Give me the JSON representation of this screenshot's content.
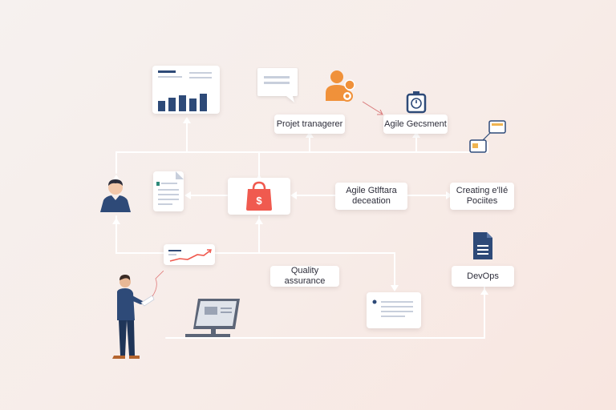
{
  "labels": {
    "project_manager": "Projet tranagerer",
    "agile_element": "Agile Gecsment",
    "agile_software": "Agile Gtlftara\ndeceation",
    "creating_files": "Creating e'lIé\nPociites",
    "quality": "Quality assurance",
    "devops": "DevOps"
  },
  "icons": {
    "bar_chart": "bar-chart-icon",
    "speech_bubble": "speech-bubble-icon",
    "team": "team-icon",
    "stopwatch": "stopwatch-icon",
    "shopping_bag": "shopping-bag-icon",
    "document": "document-icon",
    "file": "file-icon",
    "user": "user-icon",
    "trend_chart": "trend-chart-icon",
    "monitor": "monitor-icon",
    "person": "person-holding-document"
  },
  "colors": {
    "accent_red": "#f05a4f",
    "accent_orange": "#f0913a",
    "navy": "#2e4a78",
    "line": "#ffffff"
  }
}
